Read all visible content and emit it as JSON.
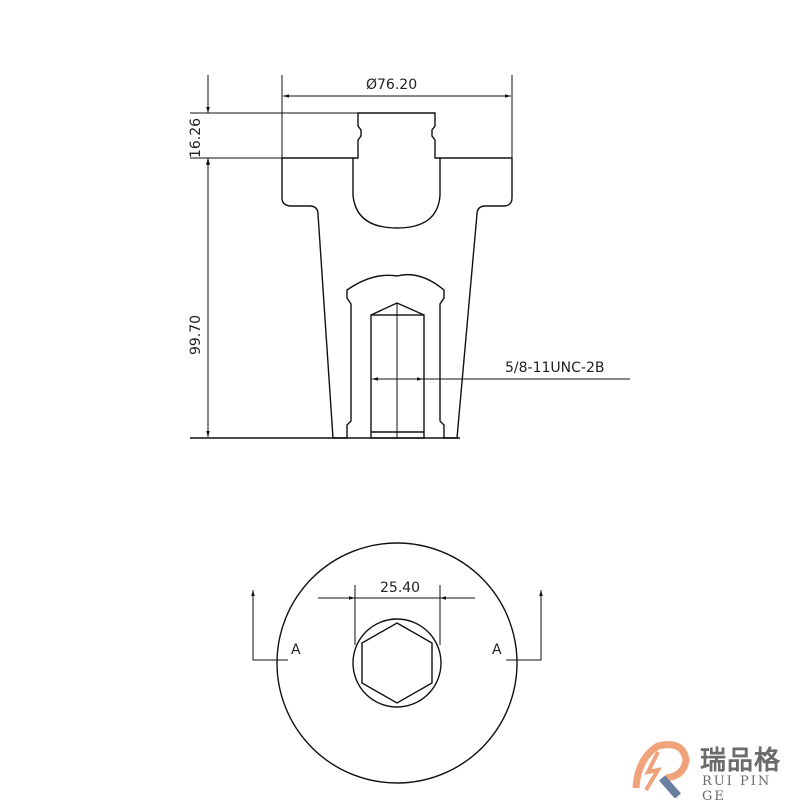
{
  "drawing": {
    "section_view": {
      "diameter_label": "Ø76.20",
      "stud_height_label": "16.26",
      "body_height_label": "99.70",
      "thread_label": "5/8-11UNC-2B"
    },
    "bottom_view": {
      "hex_width_label": "25.40",
      "section_mark_left": "A",
      "section_mark_right": "A"
    }
  },
  "logo": {
    "name_cn": "瑞品格",
    "name_en": "RUI PIN GE",
    "colors": {
      "accent": "#f0a27a",
      "secondary": "#6a7fa0",
      "text": "#6b6b6b"
    }
  }
}
